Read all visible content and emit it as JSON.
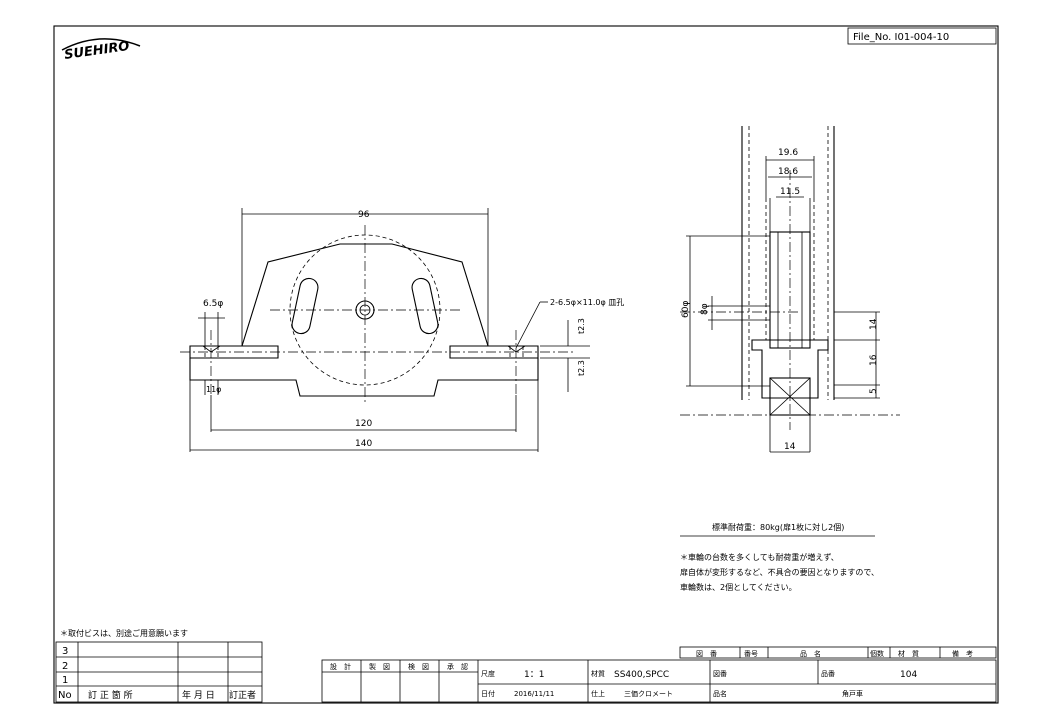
{
  "header": {
    "logo_text": "SUEHIRO",
    "file_no": "File_No.  I01-004-10"
  },
  "front_view": {
    "dim_width_top": "96",
    "dim_hole_dia": "6.5φ",
    "dim_hole_note": "2-6.5φ×11.0φ 皿孔",
    "dim_slot": "11φ",
    "dim_thick_top": "t2.3",
    "dim_thick_bottom": "t2.3",
    "dim_pitch": "120",
    "dim_overall": "140"
  },
  "side_view": {
    "dim_19_6": "19.6",
    "dim_18_6": "18.6",
    "dim_11_5": "11.5",
    "dim_wheel_dia": "60φ",
    "dim_axle_dia": "8φ",
    "dim_14_right": "14",
    "dim_16": "16",
    "dim_5": "5",
    "dim_14_bottom": "14"
  },
  "notes": {
    "load_title": "標準耐荷重：80kg(扉1枚に対し2個)",
    "note_line1": "＊車輪の台数を多くしても耐荷重が増えず、",
    "note_line2": "扉自体が変形するなど、不具合の要因となりますので、",
    "note_line3": "車輪数は、2個としてください。",
    "mount_note": "＊取付ビスは、別途ご用意願います"
  },
  "revision_table": {
    "rows": [
      "3",
      "2",
      "1"
    ],
    "header_no": "No",
    "header_place": "訂 正 箇 所",
    "header_date": "年 月 日",
    "header_person": "訂正者"
  },
  "title_block": {
    "col_headers": [
      "図　番",
      "番号",
      "品　名",
      "個数",
      "材　質",
      "備　考"
    ],
    "approvals": [
      "設　計",
      "製　図",
      "検　図",
      "承　認"
    ],
    "scale_label": "尺度",
    "scale_value": "1：1",
    "material_label": "材質",
    "material_value": "SS400,SPCC",
    "drawing_no_label": "図番",
    "item_no_label": "品番",
    "item_no_value": "104",
    "date_label": "日付",
    "date_value": "2016/11/11",
    "finish_label": "仕上",
    "finish_value": "三価クロメート",
    "name_label": "品名",
    "name_value": "角戸車"
  }
}
